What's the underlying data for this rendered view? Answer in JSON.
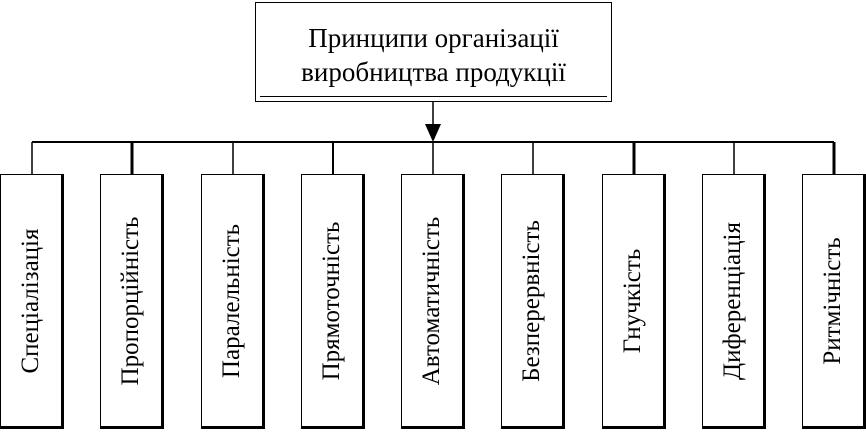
{
  "diagram": {
    "root": {
      "title_line_1": "Принципи організації",
      "title_line_2": "виробництва продукції"
    },
    "principles": [
      {
        "label": "Спеціалізація"
      },
      {
        "label": "Пропорційність"
      },
      {
        "label": "Паралельність"
      },
      {
        "label": "Прямоточність"
      },
      {
        "label": "Автоматичність"
      },
      {
        "label": "Безперервність"
      },
      {
        "label": "Гнучкість"
      },
      {
        "label": "Диференціація"
      },
      {
        "label": "Ритмічність"
      }
    ]
  }
}
